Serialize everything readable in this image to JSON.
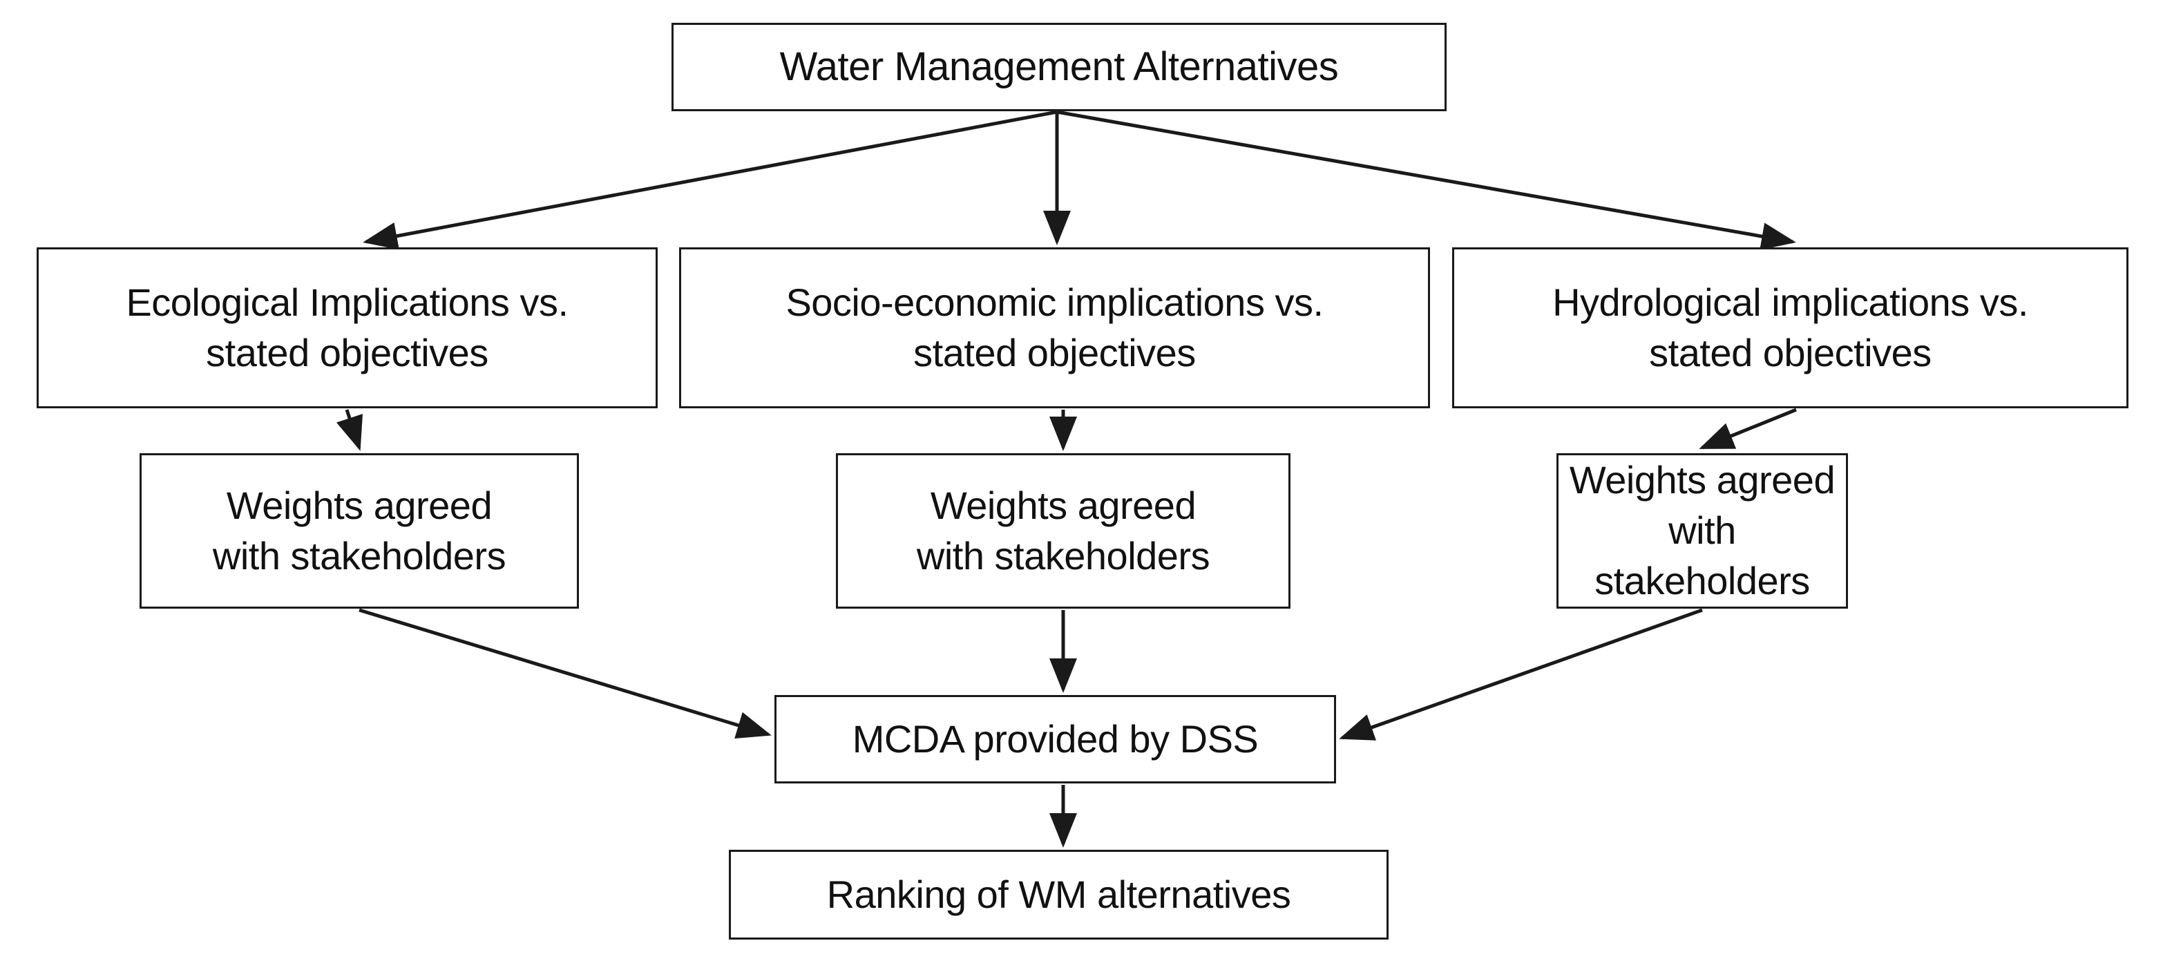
{
  "diagram": {
    "type": "flowchart",
    "title": "Water Management Alternatives decision flow",
    "background_color": "#ffffff",
    "box_border_color": "#1a1a1a",
    "text_color": "#111111",
    "arrow_color": "#1a1a1a",
    "nodes": {
      "root": {
        "label": "Water Management Alternatives"
      },
      "ecological": {
        "label": "Ecological Implications vs.\nstated objectives"
      },
      "socioeconomic": {
        "label": "Socio-economic implications vs.\nstated objectives"
      },
      "hydrological": {
        "label": "Hydrological implications vs.\nstated objectives"
      },
      "weights_left": {
        "label": "Weights agreed\nwith stakeholders"
      },
      "weights_center": {
        "label": "Weights agreed\nwith stakeholders"
      },
      "weights_right": {
        "label": "Weights agreed\nwith stakeholders"
      },
      "mcda": {
        "label": "MCDA provided by DSS"
      },
      "ranking": {
        "label": "Ranking of WM alternatives"
      }
    },
    "edges": [
      {
        "from": "root",
        "to": "ecological"
      },
      {
        "from": "root",
        "to": "socioeconomic"
      },
      {
        "from": "root",
        "to": "hydrological"
      },
      {
        "from": "ecological",
        "to": "weights_left"
      },
      {
        "from": "socioeconomic",
        "to": "weights_center"
      },
      {
        "from": "hydrological",
        "to": "weights_right"
      },
      {
        "from": "weights_left",
        "to": "mcda"
      },
      {
        "from": "weights_center",
        "to": "mcda"
      },
      {
        "from": "weights_right",
        "to": "mcda"
      },
      {
        "from": "mcda",
        "to": "ranking"
      }
    ]
  }
}
